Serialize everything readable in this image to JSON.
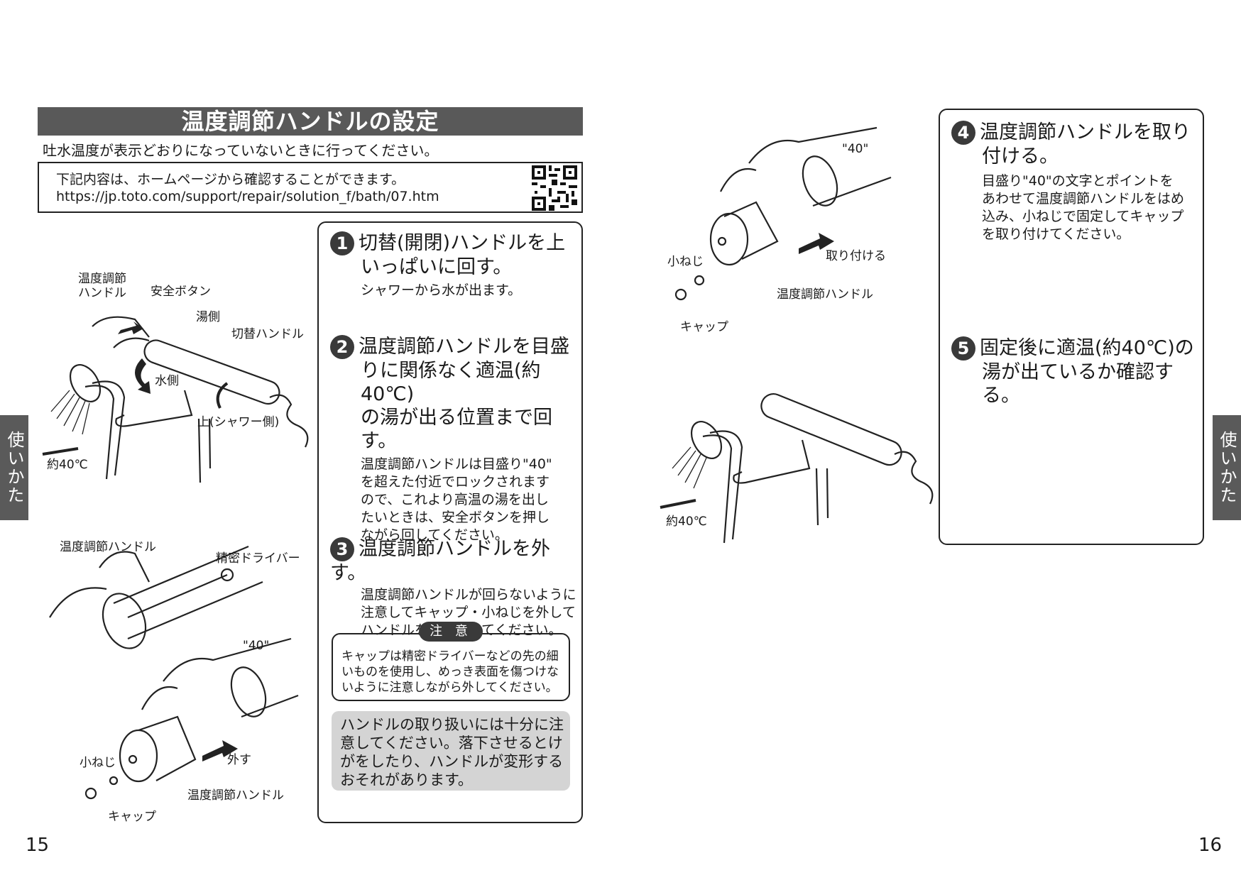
{
  "title": "温度調節ハンドルの設定",
  "subtitle": "吐水温度が表示どおりになっていないときに行ってください。",
  "info": {
    "line1": "下記内容は、ホームページから確認することができます。",
    "url": "https://jp.toto.com/support/repair/solution_f/bath/07.htm"
  },
  "side_tab": "使いかた",
  "pages": {
    "left": "15",
    "right": "16"
  },
  "steps": [
    {
      "num": "1",
      "heading_1": "切替(開閉)ハンドルを上",
      "heading_2": "いっぱいに回す。",
      "body": [
        "シャワーから水が出ます。"
      ]
    },
    {
      "num": "2",
      "heading_1": "温度調節ハンドルを目盛",
      "heading_2": "りに関係なく適温(約40℃)",
      "heading_3": "の湯が出る位置まで回す。",
      "body": [
        "温度調節ハンドルは目盛り\"40\"",
        "を超えた付近でロックされます",
        "ので、これより高温の湯を出し",
        "たいときは、安全ボタンを押し",
        "ながら回してください。"
      ]
    },
    {
      "num": "3",
      "heading_1": "温度調節ハンドルを外す。",
      "body": [
        "温度調節ハンドルが回らないように",
        "注意してキャップ・小ねじを外して",
        "ハンドルを抜き取ってください。"
      ]
    },
    {
      "num": "4",
      "heading_1": "温度調節ハンドルを取り",
      "heading_2": "付ける。",
      "body": [
        "目盛り\"40\"の文字とポイントを",
        "あわせて温度調節ハンドルをはめ",
        "込み、小ねじで固定してキャップ",
        "を取り付けてください。"
      ]
    },
    {
      "num": "5",
      "heading_1": "固定後に適温(約40℃)の",
      "heading_2": "湯が出ているか確認する。"
    }
  ],
  "caution": {
    "tag": "注 意",
    "lines": [
      "キャップは精密ドライバーなどの先の細",
      "いものを使用し、めっき表面を傷つけな",
      "いように注意しながら外してください。"
    ]
  },
  "note": {
    "lines": [
      "ハンドルの取り扱いには十分に注",
      "意してください。落下させるとけ",
      "がをしたり、ハンドルが変形する",
      "おそれがあります。"
    ]
  },
  "labels": {
    "fig1": {
      "temp_handle_1": "温度調節",
      "temp_handle_2": "ハンドル",
      "safety_button": "安全ボタン",
      "hot_side": "湯側",
      "switch_handle": "切替ハンドル",
      "cold_side": "水側",
      "up_shower": "上(シャワー側)",
      "approx_temp": "約40℃"
    },
    "fig2": {
      "temp_handle": "温度調節ハンドル",
      "screwdriver": "精密ドライバー"
    },
    "fig3": {
      "mark40": "\"40\"",
      "screw": "小ねじ",
      "remove": "外す",
      "temp_handle": "温度調節ハンドル",
      "cap": "キャップ"
    },
    "fig4": {
      "mark40": "\"40\"",
      "screw": "小ねじ",
      "attach": "取り付ける",
      "temp_handle": "温度調節ハンドル",
      "cap": "キャップ"
    },
    "fig5": {
      "approx_temp": "約40℃"
    }
  }
}
